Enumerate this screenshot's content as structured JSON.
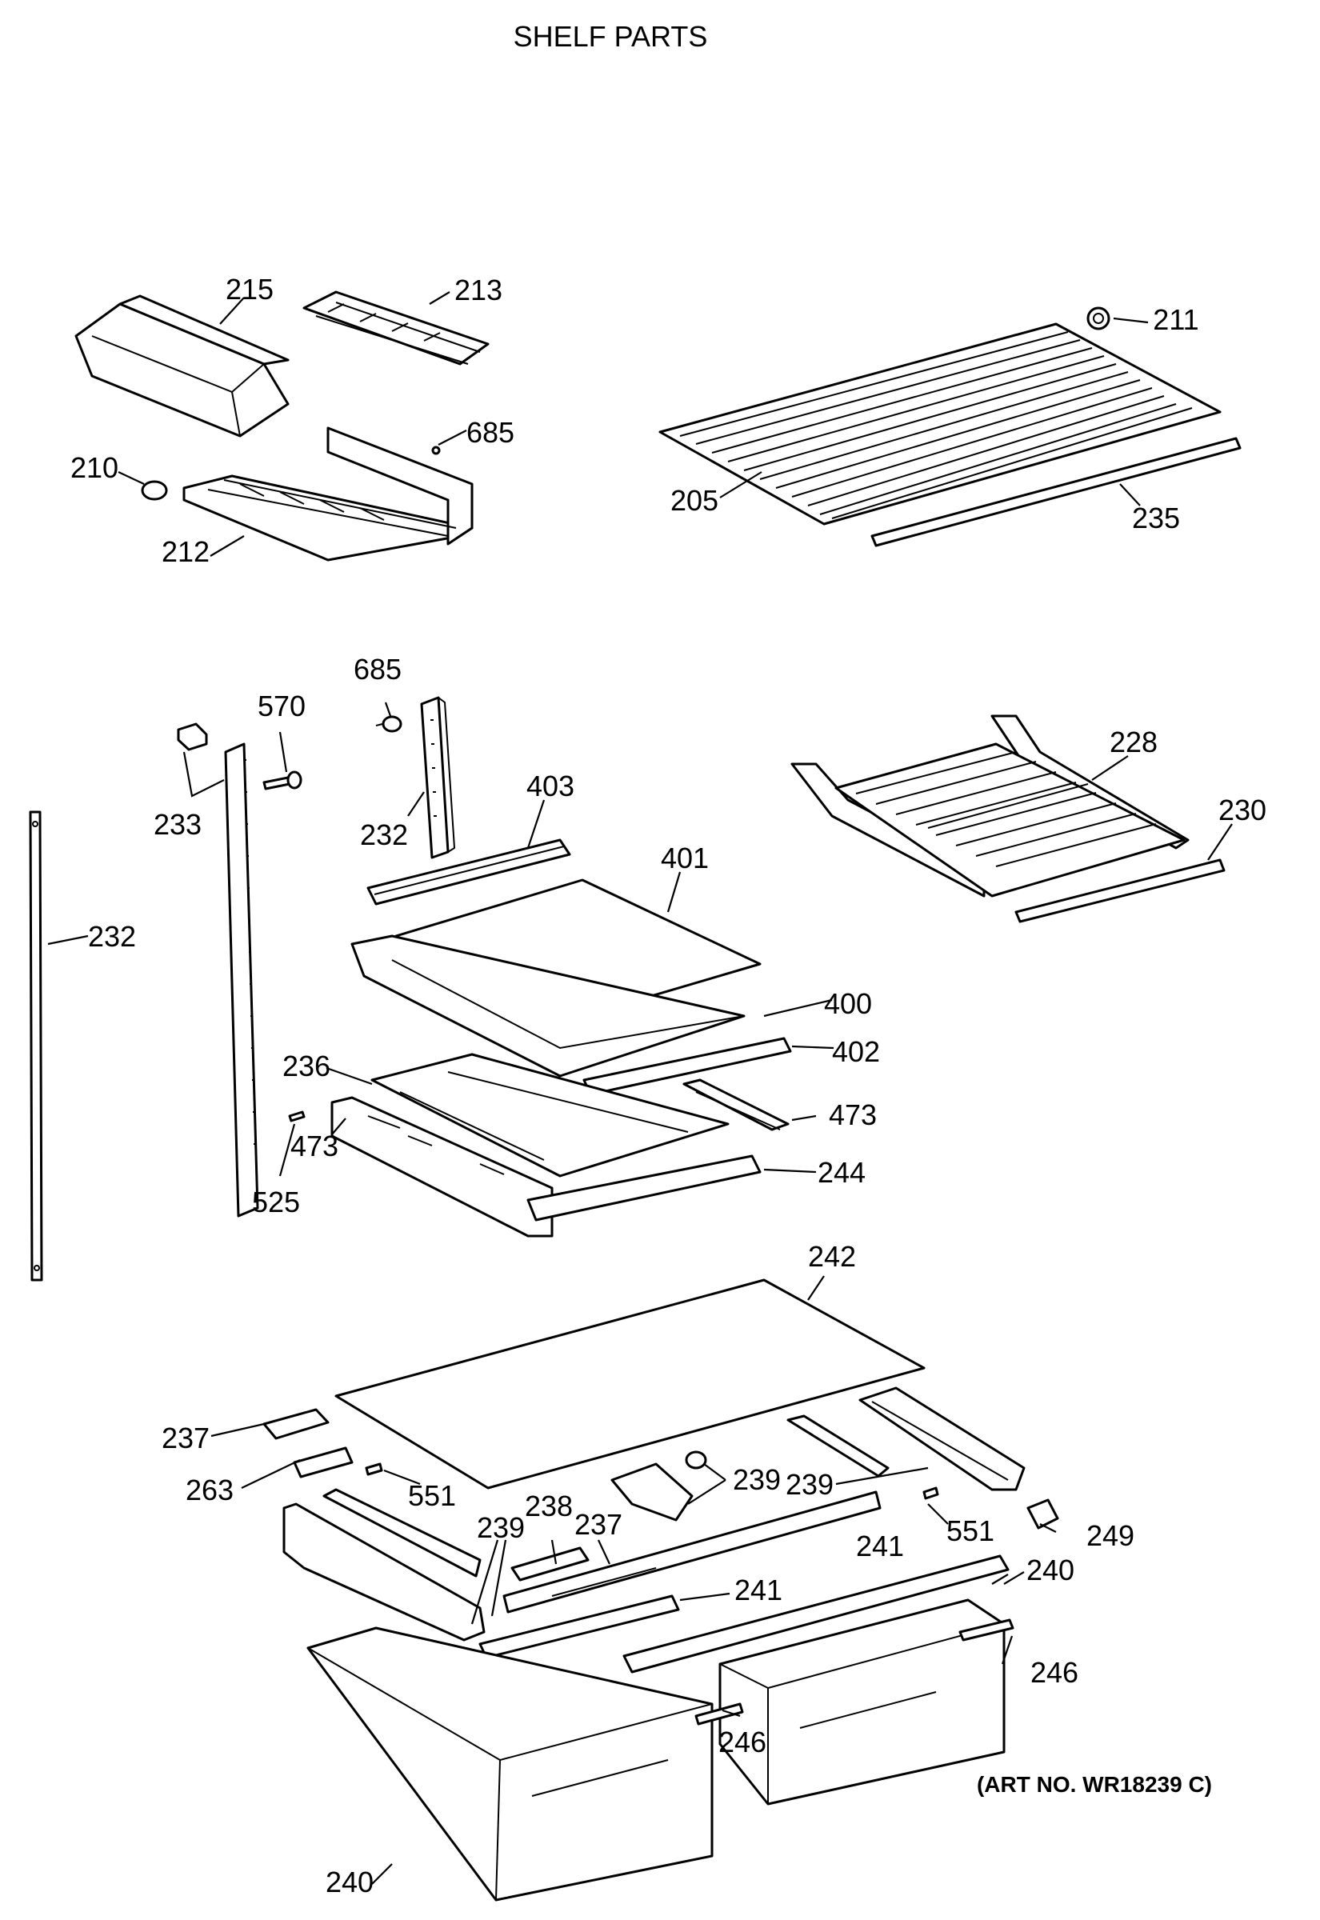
{
  "title": "SHELF PARTS",
  "art_number": "(ART NO. WR18239 C)",
  "callouts": [
    {
      "id": "c215",
      "text": "215"
    },
    {
      "id": "c213",
      "text": "213"
    },
    {
      "id": "c211",
      "text": "211"
    },
    {
      "id": "c685a",
      "text": "685"
    },
    {
      "id": "c210",
      "text": "210"
    },
    {
      "id": "c205",
      "text": "205"
    },
    {
      "id": "c235",
      "text": "235"
    },
    {
      "id": "c212",
      "text": "212"
    },
    {
      "id": "c685b",
      "text": "685"
    },
    {
      "id": "c570",
      "text": "570"
    },
    {
      "id": "c228",
      "text": "228"
    },
    {
      "id": "c403",
      "text": "403"
    },
    {
      "id": "c230",
      "text": "230"
    },
    {
      "id": "c233",
      "text": "233"
    },
    {
      "id": "c232a",
      "text": "232"
    },
    {
      "id": "c401",
      "text": "401"
    },
    {
      "id": "c232b",
      "text": "232"
    },
    {
      "id": "c400",
      "text": "400"
    },
    {
      "id": "c402",
      "text": "402"
    },
    {
      "id": "c236",
      "text": "236"
    },
    {
      "id": "c473a",
      "text": "473"
    },
    {
      "id": "c473b",
      "text": "473"
    },
    {
      "id": "c244",
      "text": "244"
    },
    {
      "id": "c525",
      "text": "525"
    },
    {
      "id": "c242",
      "text": "242"
    },
    {
      "id": "c237a",
      "text": "237"
    },
    {
      "id": "c263",
      "text": "263"
    },
    {
      "id": "c551a",
      "text": "551"
    },
    {
      "id": "c239a",
      "text": "239"
    },
    {
      "id": "c239b",
      "text": "239"
    },
    {
      "id": "c551b",
      "text": "551"
    },
    {
      "id": "c249",
      "text": "249"
    },
    {
      "id": "c238",
      "text": "238"
    },
    {
      "id": "c237b",
      "text": "237"
    },
    {
      "id": "c239c",
      "text": "239"
    },
    {
      "id": "c241a",
      "text": "241"
    },
    {
      "id": "c240a",
      "text": "240"
    },
    {
      "id": "c241b",
      "text": "241"
    },
    {
      "id": "c246a",
      "text": "246"
    },
    {
      "id": "c246b",
      "text": "246"
    },
    {
      "id": "c240b",
      "text": "240"
    }
  ]
}
